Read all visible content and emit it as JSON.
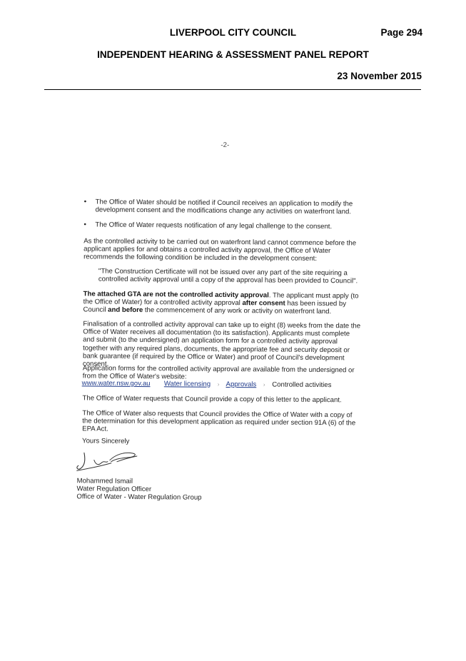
{
  "header": {
    "council": "LIVERPOOL CITY COUNCIL",
    "page": "Page 294",
    "panel": "INDEPENDENT HEARING & ASSESSMENT PANEL REPORT",
    "date": "23 November 2015"
  },
  "letter": {
    "page_marker": "-2-",
    "bullets": [
      "The Office of Water should be notified if Council receives an application to modify the development consent and the modifications change any activities on waterfront land.",
      "The Office of Water requests notification of any legal challenge to the consent."
    ],
    "para_controlled_activity": "As the controlled activity to be carried out on waterfront land cannot commence before the applicant applies for and obtains a controlled activity approval, the Office of Water recommends the following condition be included in the development consent:",
    "quote": "\"The Construction Certificate will not be issued over any part of the site requiring a controlled activity approval until a copy of the approval has been provided to Council\".",
    "gta": {
      "bold_lead": "The attached GTA are not the controlled activity approval",
      "text_1": ". The applicant must apply (to the Office of Water) for a controlled activity approval ",
      "bold_after_consent": "after consent",
      "text_2": " has been issued by Council ",
      "bold_and_before": "and before",
      "text_3": " the commencement of any work or activity on waterfront land."
    },
    "para_finalisation": "Finalisation of a controlled activity approval can take up to eight (8) weeks from the date the Office of Water receives all documentation (to its satisfaction).  Applicants must complete and submit (to the undersigned) an application form for a controlled activity approval together with any required plans, documents, the appropriate fee and security deposit or bank guarantee (if required by the Office or Water) and proof of Council's development consent.",
    "para_forms": "Application forms for the controlled activity approval are available from the undersigned or from the Office of Water's website:",
    "links": {
      "website": "www.water.nsw.gov.au",
      "crumb_1": "Water licensing",
      "crumb_2": "Approvals",
      "crumb_3": "Controlled activities",
      "separator": "›"
    },
    "para_copy_letter": "The Office of Water requests that Council provide a copy of this letter to the applicant.",
    "para_determination": "The Office of Water also requests that Council provides the Office of Water with a copy of the determination for this development application as required under section 91A (6) of the EPA Act.",
    "closing": "Yours Sincerely",
    "signer_name": "Mohammed Ismail",
    "signer_title": "Water Regulation Officer",
    "signer_org": "Office of Water - Water Regulation Group"
  }
}
